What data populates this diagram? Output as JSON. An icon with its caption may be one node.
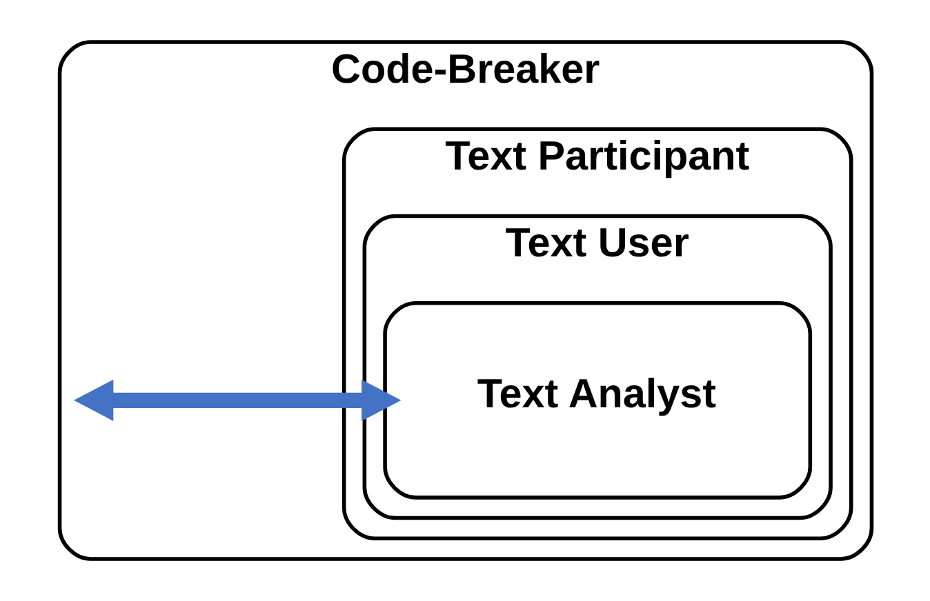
{
  "diagram": {
    "nodes": [
      {
        "text": [
          "Code-Breaker"
        ]
      },
      {
        "text": [
          "Text Participant"
        ],
        "in": 0
      },
      {
        "text": [
          "Text User"
        ],
        "in": 1
      },
      {
        "text": [
          "Text Analyst"
        ],
        "in": 2
      }
    ],
    "edges": [
      {
        "from": null,
        "to": 3,
        "arrow": "both",
        "color": "#4472c4"
      }
    ]
  }
}
